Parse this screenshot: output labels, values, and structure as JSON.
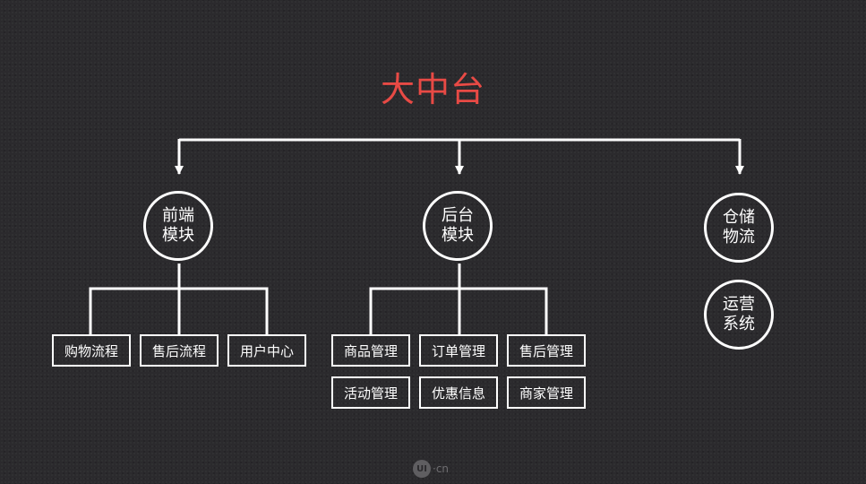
{
  "title": "大中台",
  "colors": {
    "background": "#2b2a2d",
    "title": "#e84a45",
    "line": "#ffffff"
  },
  "modules": {
    "frontend": {
      "line1": "前端",
      "line2": "模块",
      "items": [
        "购物流程",
        "售后流程",
        "用户中心"
      ]
    },
    "backend": {
      "line1": "后台",
      "line2": "模块",
      "items": [
        "商品管理",
        "订单管理",
        "售后管理",
        "活动管理",
        "优惠信息",
        "商家管理"
      ]
    },
    "warehouse": {
      "line1": "仓储",
      "line2": "物流"
    },
    "operations": {
      "line1": "运营",
      "line2": "系统"
    }
  },
  "watermark": {
    "logo": "UI",
    "text": "·cn"
  }
}
